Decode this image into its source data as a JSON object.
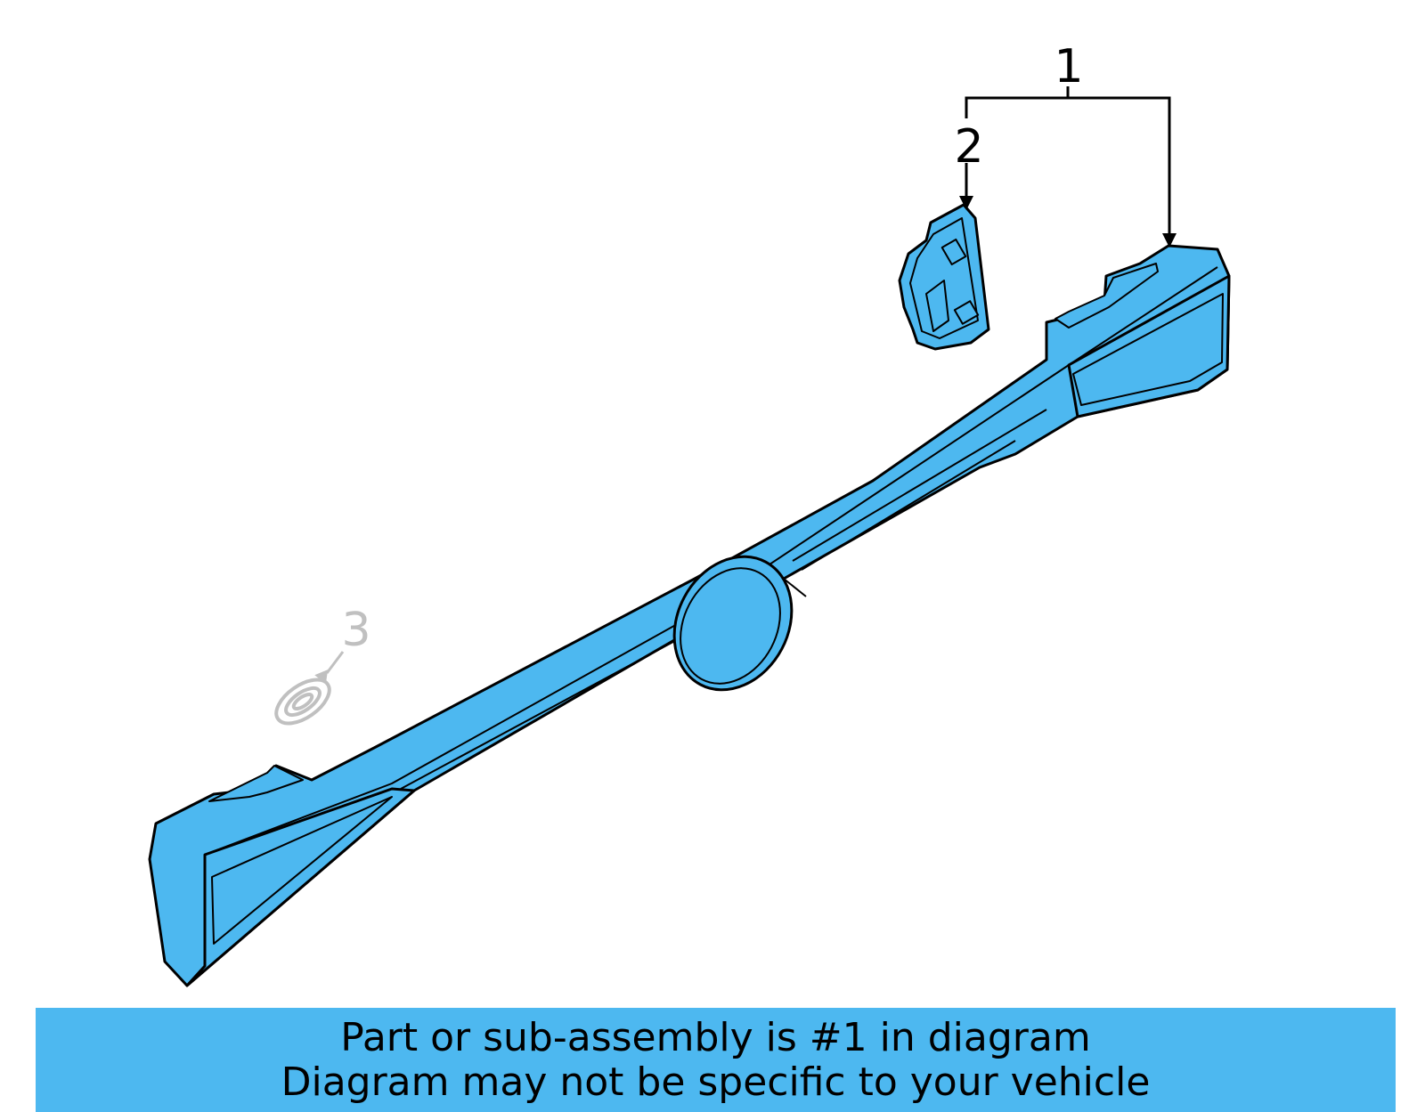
{
  "colors": {
    "part_fill": "#4db8f0",
    "stroke": "#000000",
    "ghost_stroke": "#c0c0c0",
    "caption_bg": "#4db8f0"
  },
  "callouts": {
    "c1": "1",
    "c2": "2",
    "c3": "3"
  },
  "caption": {
    "line1": "Part or sub-assembly is #1 in diagram",
    "line2": "Diagram may not be specific to your vehicle"
  }
}
